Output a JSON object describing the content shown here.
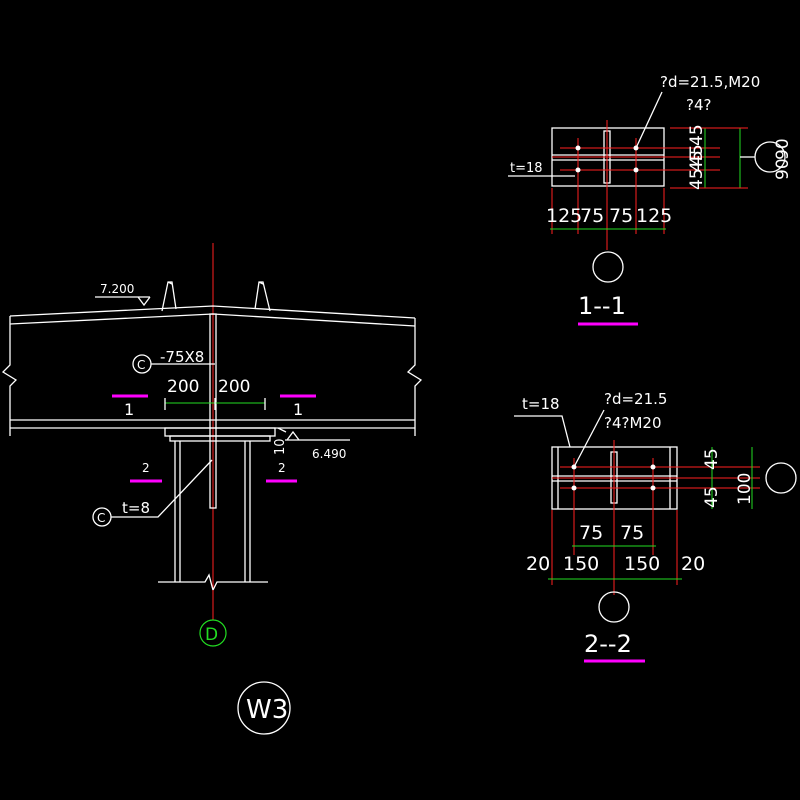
{
  "colors": {
    "background": "#000000",
    "outline": "#ffffff",
    "centerline": "#ff2020",
    "dimension": "#22dd22",
    "section_mark": "#ff00ff"
  },
  "elevation": {
    "level_top": "7.200",
    "level_bottom": "6.490",
    "callout_c": "C",
    "plate_spec": "-75X8",
    "dim_left": "200",
    "dim_right": "200",
    "section1_left": "1",
    "section1_right": "1",
    "section2_left": "2",
    "section2_right": "2",
    "stiffener_thickness": "t=8",
    "gap_dim": "10",
    "axis_label": "D",
    "drawing_title": "W3"
  },
  "section_1_1": {
    "bolt_note": "?d=21.5,M20",
    "bolt_count": "?4?",
    "plate_thickness": "t=18",
    "h_dims": [
      "125",
      "75",
      "75",
      "125"
    ],
    "v_dims": [
      "45",
      "45",
      "45",
      "45"
    ],
    "side_dims": [
      "90",
      "90"
    ],
    "title": "1--1"
  },
  "section_2_2": {
    "plate_thickness": "t=18",
    "bolt_note": "?d=21.5",
    "bolt_count": "?4?M20",
    "top_dims": [
      "75",
      "75"
    ],
    "bottom_dims": [
      "20",
      "150",
      "150",
      "20"
    ],
    "v_dims": [
      "45",
      "45"
    ],
    "side_dim": "100",
    "title": "2--2"
  }
}
